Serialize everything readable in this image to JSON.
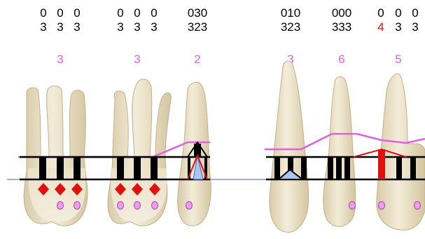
{
  "colors": {
    "tooth_fill": "#efe6cf",
    "tooth_shade": "#d9ccaa",
    "tooth_edge": "#bfb08a",
    "gum_line": "#e060e0",
    "count_label": "#e060e0",
    "marker_red": "#e01010",
    "furcation_fill": "#e8a0e8",
    "bone_line": "#000000",
    "blue_fill": "#a8c8ee",
    "highlight_red": "#e01010",
    "axis_blue": "#4a5ec8"
  },
  "teeth": [
    {
      "id": "tooth-1",
      "roots": 3,
      "row1": [
        "0",
        "0",
        "0"
      ],
      "row2": [
        "3",
        "3",
        "3"
      ],
      "count": "3",
      "red_markers": 3,
      "pink_markers": 2
    },
    {
      "id": "tooth-2",
      "roots": 3,
      "row1": [
        "0",
        "0",
        "0"
      ],
      "row2": [
        "3",
        "3",
        "3"
      ],
      "count": "3",
      "red_markers": 3,
      "pink_markers": 3
    },
    {
      "id": "tooth-3",
      "roots": 1,
      "row1": [
        "030"
      ],
      "row2": [
        "323"
      ],
      "count": "2",
      "red_markers": 0,
      "pink_markers": 1
    },
    {
      "id": "tooth-4",
      "roots": 1,
      "row1": [
        "010"
      ],
      "row2": [
        "323"
      ],
      "count": "3",
      "red_markers": 0,
      "pink_markers": 0
    },
    {
      "id": "tooth-5",
      "roots": 1,
      "row1": [
        "000"
      ],
      "row2": [
        "333"
      ],
      "count": "6",
      "red_markers": 0,
      "pink_markers": 1
    },
    {
      "id": "tooth-6",
      "roots": 1,
      "row1": [
        "0",
        "0",
        "0"
      ],
      "row2": [
        "4",
        "3",
        "3"
      ],
      "row2_highlight_index": 0,
      "count": "5",
      "red_markers": 0,
      "pink_markers": 2
    }
  ]
}
